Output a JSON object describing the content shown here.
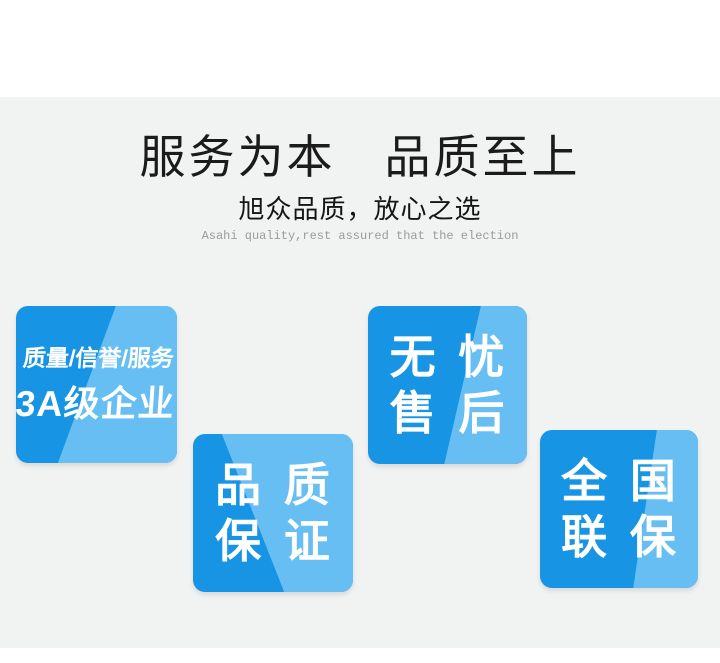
{
  "page": {
    "background_color": "#ffffff",
    "section_background_color": "#f1f2f2"
  },
  "header": {
    "title": "服务为本　品质至上",
    "subtitle": "旭众品质，放心之选",
    "subtitle_en": "Asahi quality,rest assured that the election"
  },
  "colors": {
    "badge_dark_blue": "#1794e4",
    "badge_light_blue": "#67bef3",
    "badge_text": "#ffffff",
    "title_text": "#1b1b1b",
    "subtitle_en_text": "#9b9b9b"
  },
  "badges": [
    {
      "id": "3a-enterprise",
      "lines": [
        "质量/信誉/服务",
        "3A级企业"
      ]
    },
    {
      "id": "quality-guarantee",
      "lines": [
        "品 质",
        "保 证"
      ]
    },
    {
      "id": "worry-free-after-sales",
      "lines": [
        "无 忧",
        "售 后"
      ]
    },
    {
      "id": "nationwide-warranty",
      "lines": [
        "全 国",
        "联 保"
      ]
    }
  ]
}
